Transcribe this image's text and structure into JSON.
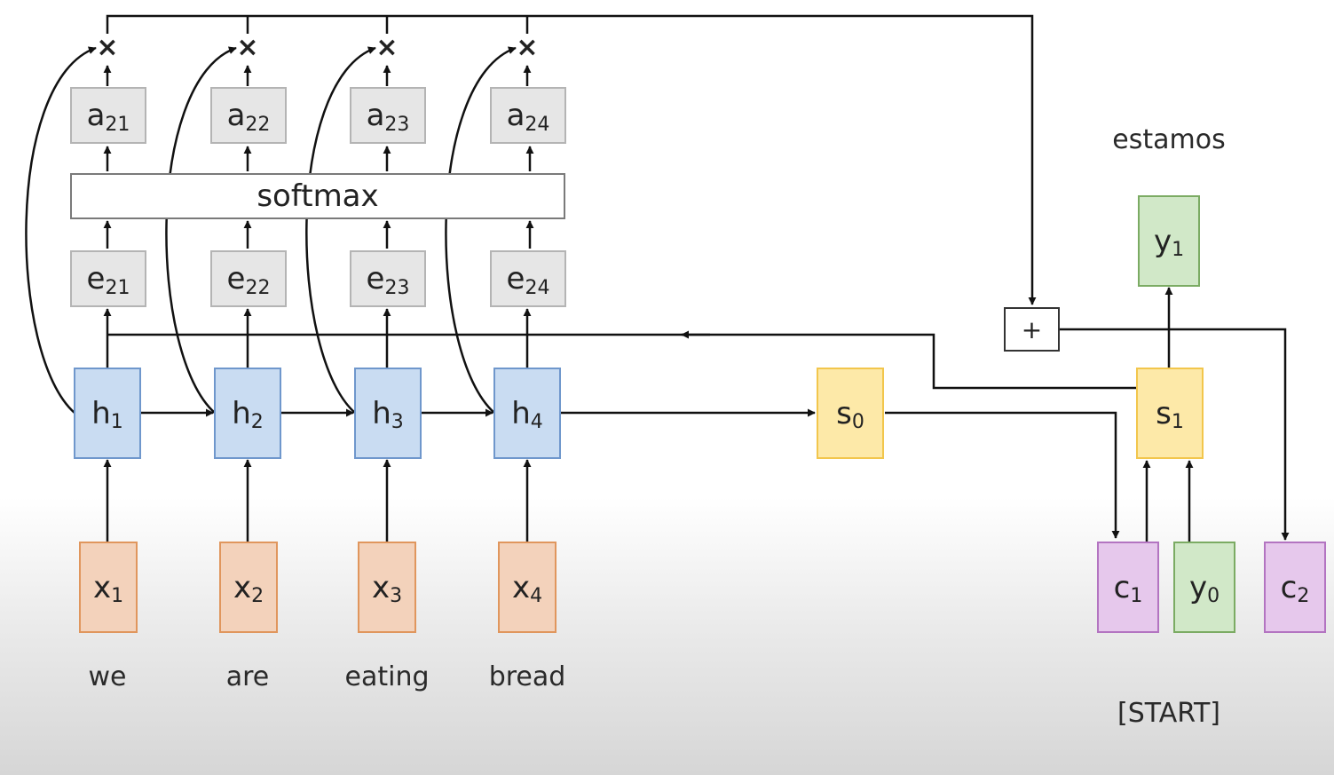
{
  "operators": {
    "multiply": "×",
    "add": "+"
  },
  "softmax_label": "softmax",
  "attention_weights": [
    {
      "base": "a",
      "sub": "21"
    },
    {
      "base": "a",
      "sub": "22"
    },
    {
      "base": "a",
      "sub": "23"
    },
    {
      "base": "a",
      "sub": "24"
    }
  ],
  "alignment_scores": [
    {
      "base": "e",
      "sub": "21"
    },
    {
      "base": "e",
      "sub": "22"
    },
    {
      "base": "e",
      "sub": "23"
    },
    {
      "base": "e",
      "sub": "24"
    }
  ],
  "encoder_states": [
    {
      "base": "h",
      "sub": "1"
    },
    {
      "base": "h",
      "sub": "2"
    },
    {
      "base": "h",
      "sub": "3"
    },
    {
      "base": "h",
      "sub": "4"
    }
  ],
  "inputs": [
    {
      "base": "x",
      "sub": "1",
      "word": "we"
    },
    {
      "base": "x",
      "sub": "2",
      "word": "are"
    },
    {
      "base": "x",
      "sub": "3",
      "word": "eating"
    },
    {
      "base": "x",
      "sub": "4",
      "word": "bread"
    }
  ],
  "decoder": {
    "s0": {
      "base": "s",
      "sub": "0"
    },
    "s1": {
      "base": "s",
      "sub": "1"
    },
    "y1": {
      "base": "y",
      "sub": "1",
      "word": "estamos"
    },
    "y0": {
      "base": "y",
      "sub": "0",
      "word": "[START]"
    },
    "c1": {
      "base": "c",
      "sub": "1"
    },
    "c2": {
      "base": "c",
      "sub": "2"
    }
  },
  "colors": {
    "gray": "#e6e6e6",
    "blue": "#c9dcf2",
    "orange": "#f3d2bb",
    "yellow": "#fde9a8",
    "green": "#d1e8c8",
    "purple": "#e6c8ec"
  }
}
